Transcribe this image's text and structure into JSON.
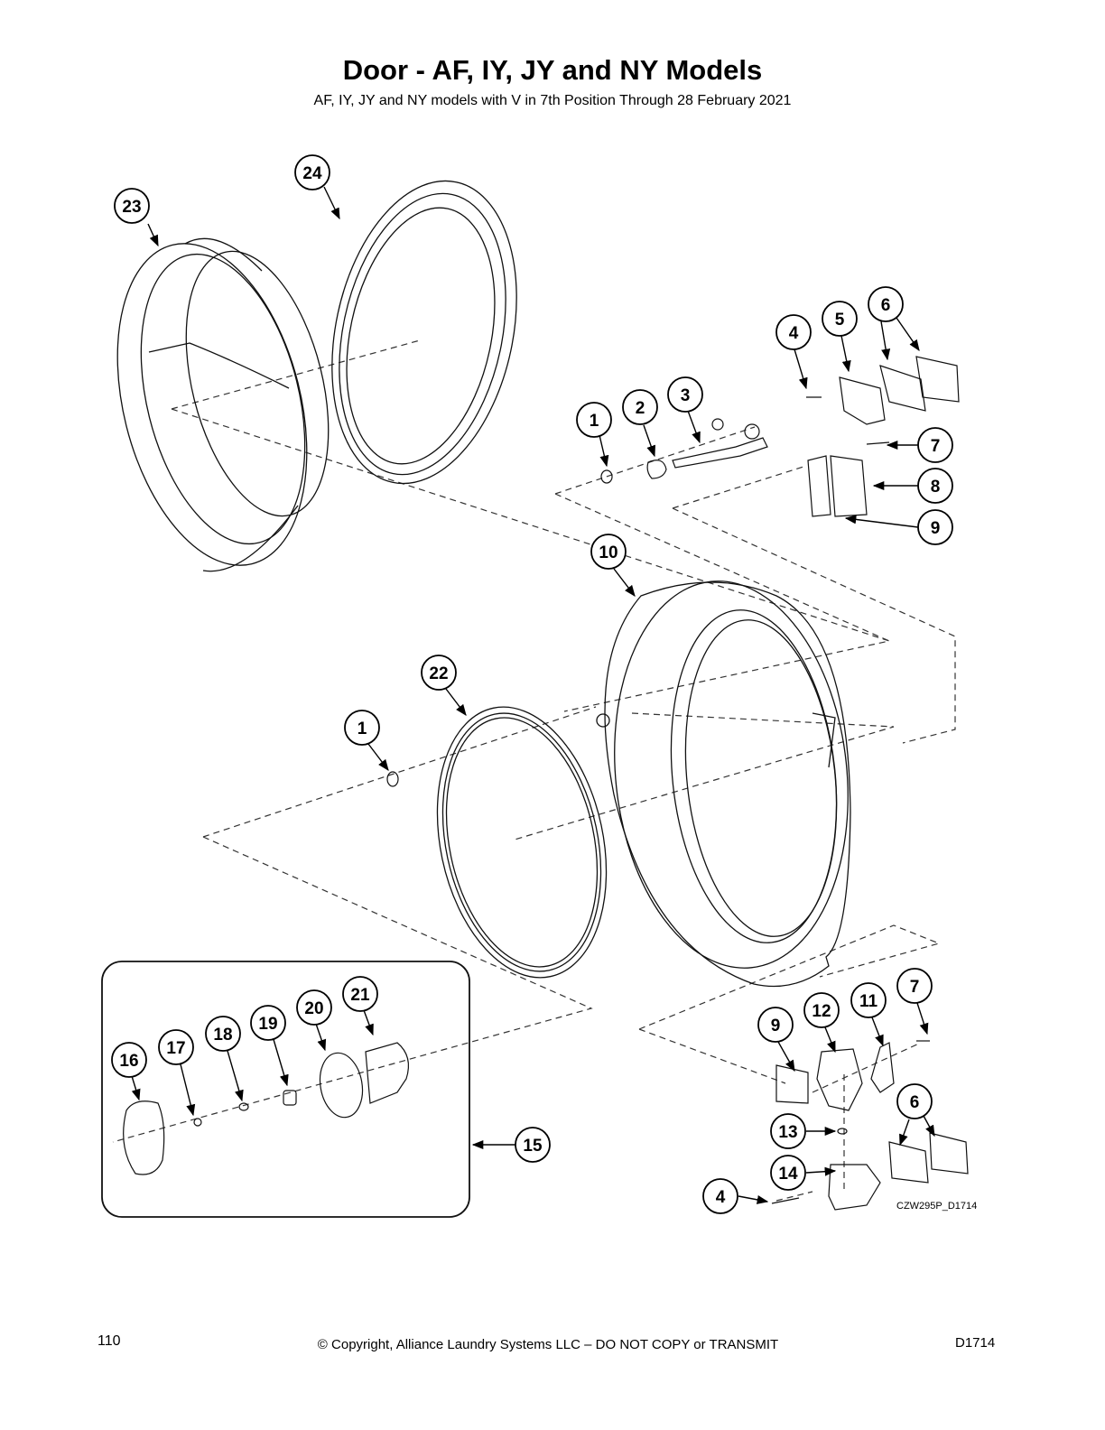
{
  "header": {
    "title": "Door - AF, IY, JY and NY Models",
    "subtitle": "AF, IY, JY and NY models with V in 7th Position Through 28 February 2021"
  },
  "diagram": {
    "callouts": [
      "1",
      "2",
      "3",
      "4",
      "5",
      "6",
      "7",
      "8",
      "9",
      "10",
      "11",
      "12",
      "13",
      "14",
      "15",
      "16",
      "17",
      "18",
      "19",
      "20",
      "21",
      "22",
      "23",
      "24"
    ],
    "drawing_code": "CZW295P_D1714"
  },
  "footer": {
    "page_number": "110",
    "copyright": "© Copyright, Alliance Laundry Systems LLC – DO NOT COPY or TRANSMIT",
    "doc_code": "D1714"
  }
}
